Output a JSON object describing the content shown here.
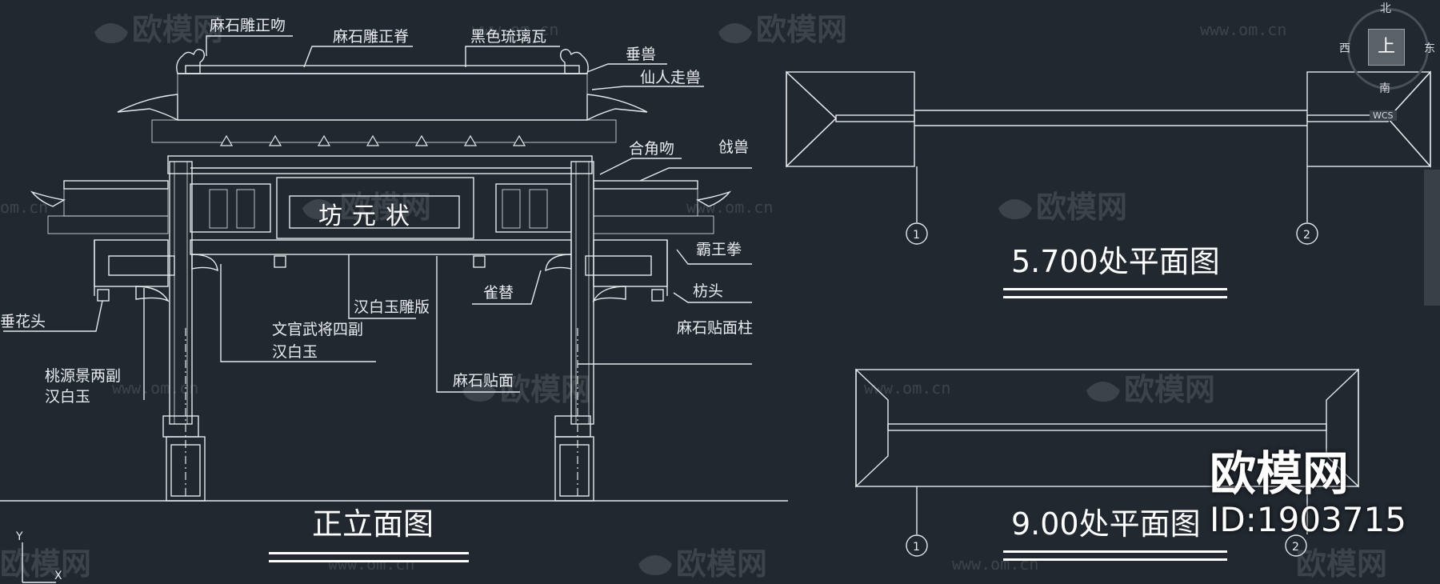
{
  "watermark": {
    "brand": "欧模网",
    "url": "www.om.cn",
    "partial_url": "om.cn"
  },
  "elevation": {
    "title": "正立面图",
    "plaque_text": "坊元状",
    "labels": {
      "ridge_beast": "麻石雕正吻",
      "main_ridge": "麻石雕正脊",
      "tiles": "黑色琉璃瓦",
      "hanging_beast": "垂兽",
      "immortal_beasts": "仙人走兽",
      "corner_kiss": "合角吻",
      "halberd_beast": "戗兽",
      "bawang_fist": "霸王拳",
      "beam_head": "枋头",
      "hanging_flower": "垂花头",
      "bracket": "雀替",
      "jade_panel": "汉白玉雕版",
      "officials_line1": "文官武将四副",
      "officials_line2": "汉白玉",
      "taoyuan_line1": "桃源景两副",
      "taoyuan_line2": "汉白玉",
      "granite_face": "麻石贴面",
      "granite_column": "麻石贴面柱"
    }
  },
  "plan_upper": {
    "title": "5.700处平面图",
    "axis_1": "1",
    "axis_2": "2"
  },
  "plan_lower": {
    "title": "9.00处平面图",
    "axis_1": "1",
    "axis_2": "2"
  },
  "ucs": {
    "y": "Y",
    "x": "X"
  },
  "viewcube": {
    "north": "北",
    "south": "南",
    "west": "西",
    "east": "东",
    "face": "上",
    "wcs": "WCS"
  },
  "overlay": {
    "brand": "欧模网",
    "model_id": "ID:1903715"
  }
}
